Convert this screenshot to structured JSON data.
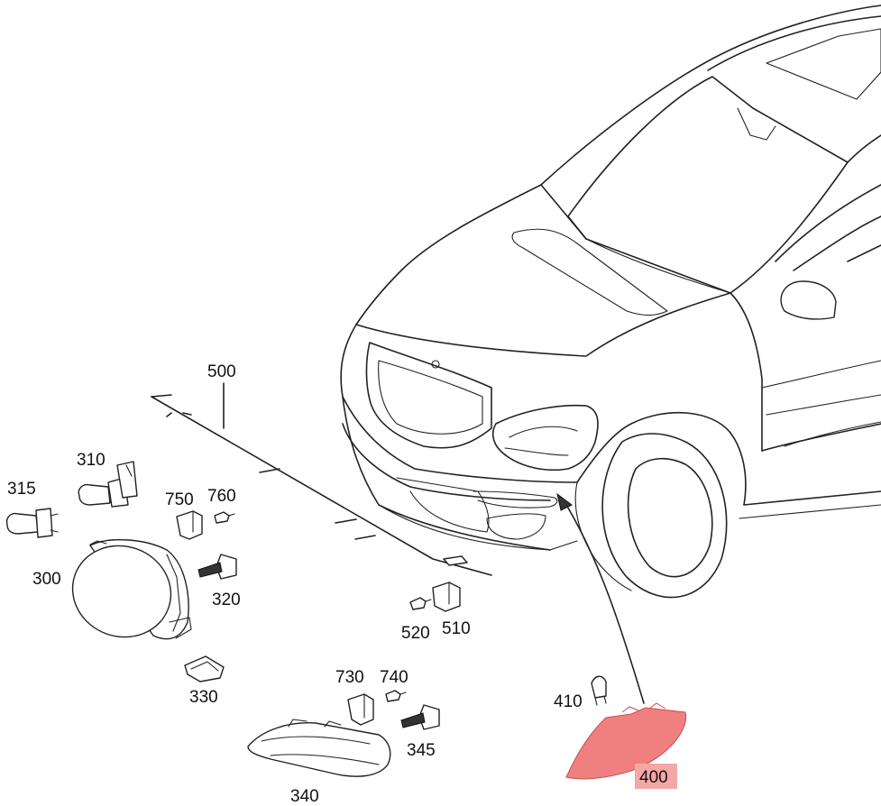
{
  "callouts": {
    "c300": "300",
    "c310": "310",
    "c315": "315",
    "c320": "320",
    "c330": "330",
    "c340": "340",
    "c345": "345",
    "c400": "400",
    "c410": "410",
    "c500": "500",
    "c510": "510",
    "c520": "520",
    "c730": "730",
    "c740": "740",
    "c750": "750",
    "c760": "760"
  },
  "colors": {
    "highlight": "#f07f80",
    "highlight_label_bg": "#f5a6a6",
    "line": "#222222"
  }
}
